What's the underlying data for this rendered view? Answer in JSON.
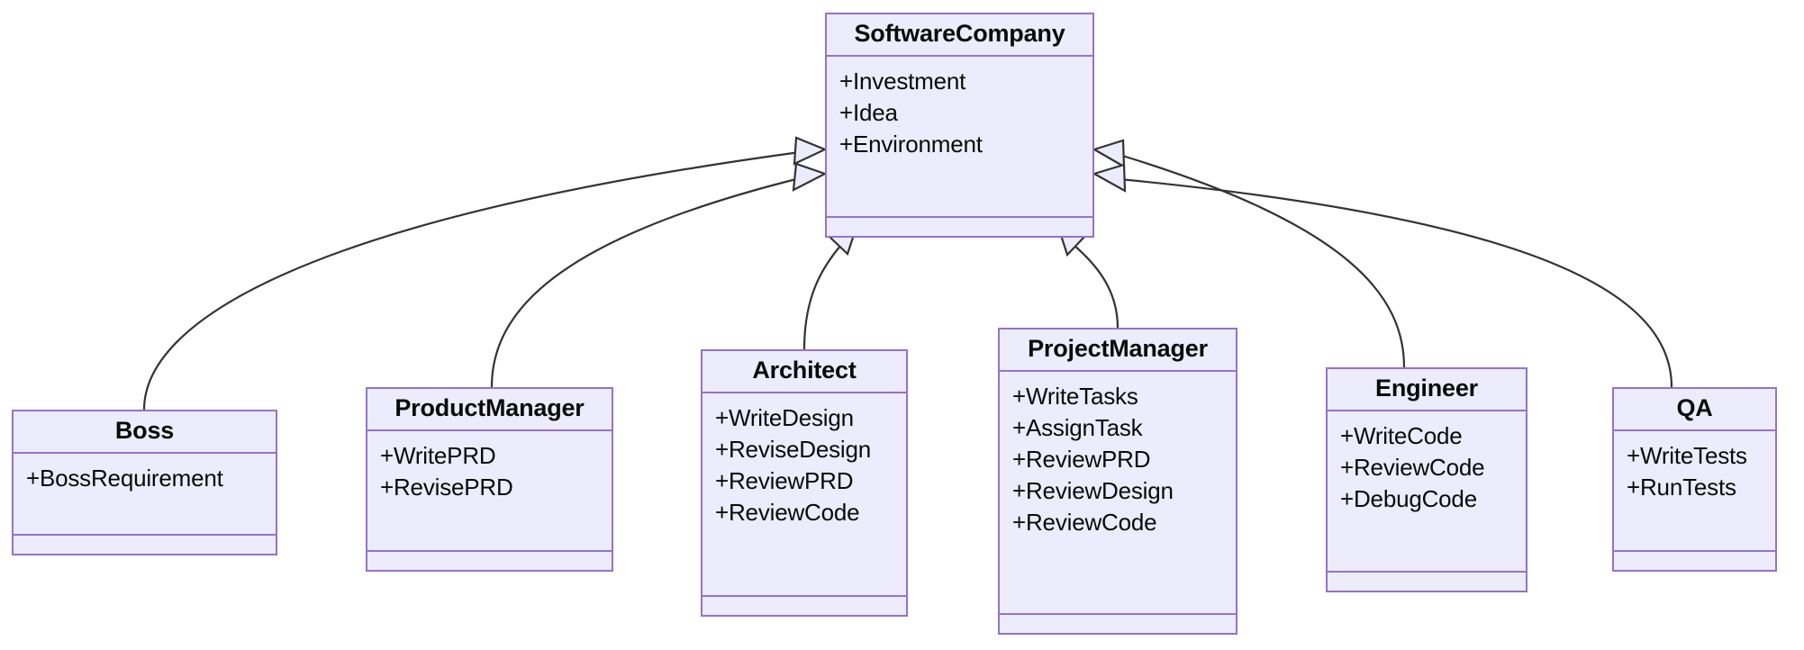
{
  "diagram": {
    "kind": "uml-class-diagram",
    "title": "",
    "colors": {
      "box_fill": "#ececfc",
      "box_border": "#9673c6",
      "edge_stroke": "#333333",
      "text": "#0a0a0a",
      "background": "#ffffff"
    },
    "relationship_type": "generalization"
  },
  "classes": [
    {
      "id": "software-company",
      "name": "SoftwareCompany",
      "attributes": [
        "+Investment",
        "+Idea",
        "+Environment"
      ],
      "methods": []
    },
    {
      "id": "boss",
      "name": "Boss",
      "attributes": [
        "+BossRequirement"
      ],
      "methods": []
    },
    {
      "id": "product-manager",
      "name": "ProductManager",
      "attributes": [
        "+WritePRD",
        "+RevisePRD"
      ],
      "methods": []
    },
    {
      "id": "architect",
      "name": "Architect",
      "attributes": [
        "+WriteDesign",
        "+ReviseDesign",
        "+ReviewPRD",
        "+ReviewCode"
      ],
      "methods": []
    },
    {
      "id": "project-manager",
      "name": "ProjectManager",
      "attributes": [
        "+WriteTasks",
        "+AssignTask",
        "+ReviewPRD",
        "+ReviewDesign",
        "+ReviewCode"
      ],
      "methods": []
    },
    {
      "id": "engineer",
      "name": "Engineer",
      "attributes": [
        "+WriteCode",
        "+ReviewCode",
        "+DebugCode"
      ],
      "methods": []
    },
    {
      "id": "qa",
      "name": "QA",
      "attributes": [
        "+WriteTests",
        "+RunTests"
      ],
      "methods": []
    }
  ],
  "relationships": [
    {
      "from": "boss",
      "to": "software-company",
      "type": "generalization"
    },
    {
      "from": "product-manager",
      "to": "software-company",
      "type": "generalization"
    },
    {
      "from": "architect",
      "to": "software-company",
      "type": "generalization"
    },
    {
      "from": "project-manager",
      "to": "software-company",
      "type": "generalization"
    },
    {
      "from": "engineer",
      "to": "software-company",
      "type": "generalization"
    },
    {
      "from": "qa",
      "to": "software-company",
      "type": "generalization"
    }
  ]
}
